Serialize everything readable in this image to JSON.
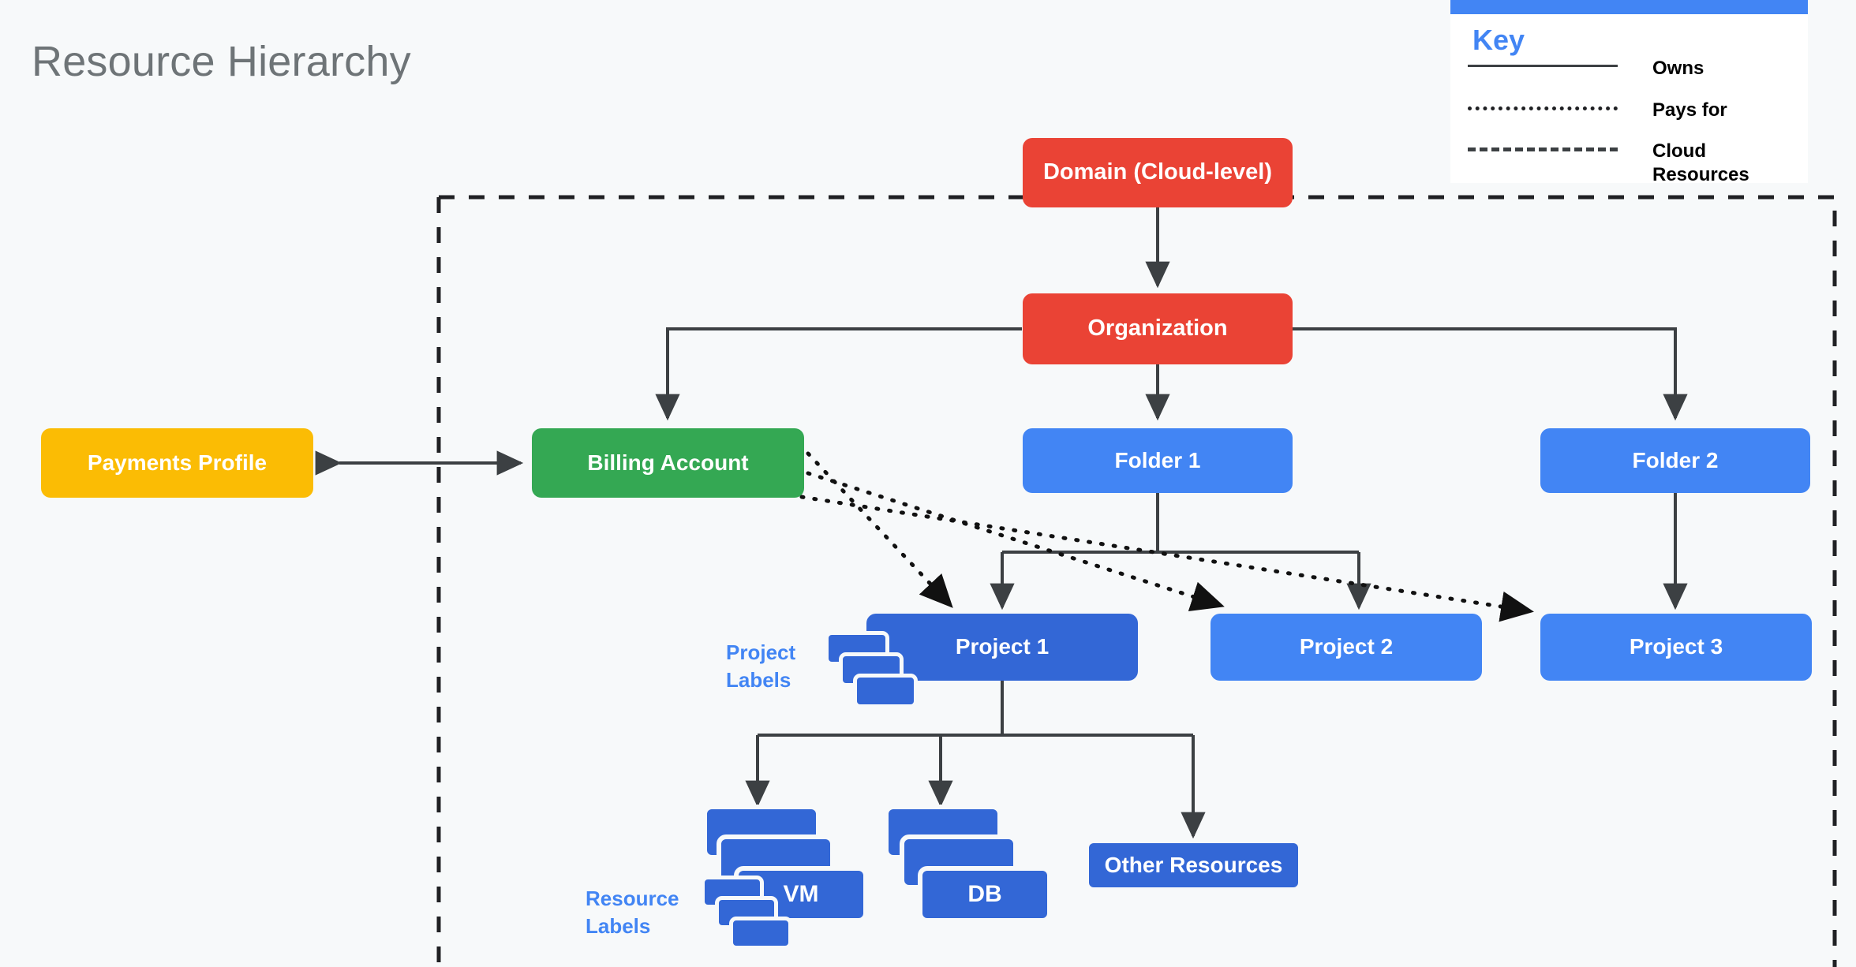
{
  "page": {
    "title": "Resource Hierarchy",
    "background_color": "#f7f9fa"
  },
  "legend": {
    "title": "Key",
    "accent_color": "#4285f4",
    "items": [
      {
        "style": "solid",
        "label": "Owns"
      },
      {
        "style": "dotted",
        "label": "Pays for"
      },
      {
        "style": "dashed",
        "label": "Cloud\nResources"
      }
    ]
  },
  "nodes": {
    "domain": {
      "label": "Domain (Cloud-level)",
      "color": "#ea4335"
    },
    "organization": {
      "label": "Organization",
      "color": "#ea4335"
    },
    "payments_profile": {
      "label": "Payments Profile",
      "color": "#fbbc04"
    },
    "billing_account": {
      "label": "Billing Account",
      "color": "#34a853"
    },
    "folder_1": {
      "label": "Folder 1",
      "color": "#4285f4"
    },
    "folder_2": {
      "label": "Folder 2",
      "color": "#4285f4"
    },
    "project_1": {
      "label": "Project 1",
      "color": "#3367d6"
    },
    "project_2": {
      "label": "Project 2",
      "color": "#4285f4"
    },
    "project_3": {
      "label": "Project 3",
      "color": "#4285f4"
    },
    "vm": {
      "label": "VM",
      "color": "#3367d6"
    },
    "db": {
      "label": "DB",
      "color": "#3367d6"
    },
    "other_resources": {
      "label": "Other Resources",
      "color": "#3367d6"
    }
  },
  "annotations": {
    "project_labels": "Project\nLabels",
    "resource_labels": "Resource\nLabels"
  },
  "chart_data": {
    "type": "diagram",
    "title": "Resource Hierarchy",
    "relationships": [
      {
        "from": "Domain (Cloud-level)",
        "to": "Organization",
        "type": "owns",
        "direction": "bidirectional"
      },
      {
        "from": "Payments Profile",
        "to": "Billing Account",
        "type": "owns",
        "direction": "bidirectional"
      },
      {
        "from": "Organization",
        "to": "Billing Account",
        "type": "owns"
      },
      {
        "from": "Organization",
        "to": "Folder 1",
        "type": "owns"
      },
      {
        "from": "Organization",
        "to": "Folder 2",
        "type": "owns"
      },
      {
        "from": "Folder 1",
        "to": "Project 1",
        "type": "owns"
      },
      {
        "from": "Folder 1",
        "to": "Project 2",
        "type": "owns"
      },
      {
        "from": "Folder 2",
        "to": "Project 3",
        "type": "owns"
      },
      {
        "from": "Billing Account",
        "to": "Project 1",
        "type": "pays for"
      },
      {
        "from": "Billing Account",
        "to": "Project 2",
        "type": "pays for"
      },
      {
        "from": "Billing Account",
        "to": "Project 3",
        "type": "pays for"
      },
      {
        "from": "Project 1",
        "to": "VM",
        "type": "owns"
      },
      {
        "from": "Project 1",
        "to": "DB",
        "type": "owns"
      },
      {
        "from": "Project 1",
        "to": "Other Resources",
        "type": "owns"
      }
    ],
    "boundary": {
      "label": "Cloud Resources",
      "style": "dashed"
    }
  }
}
